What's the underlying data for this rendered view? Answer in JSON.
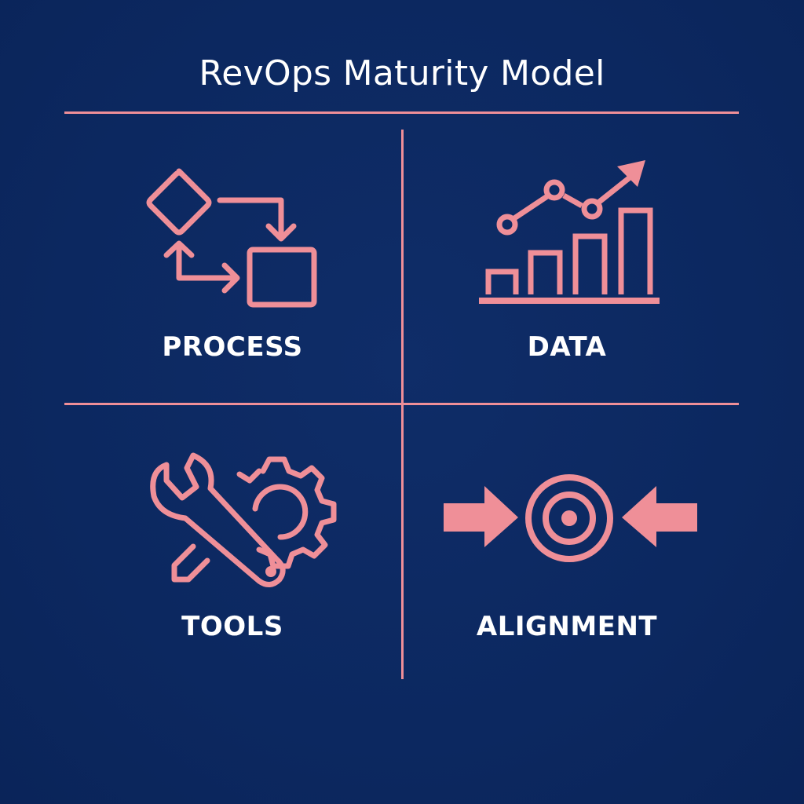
{
  "title": "RevOps Maturity Model",
  "colors": {
    "background": "#0d2a63",
    "accent": "#ef8f98",
    "text": "#ffffff"
  },
  "quadrants": [
    {
      "label": "PROCESS",
      "icon": "flowchart-icon"
    },
    {
      "label": "DATA",
      "icon": "growth-chart-icon"
    },
    {
      "label": "TOOLS",
      "icon": "wrench-gear-icon"
    },
    {
      "label": "ALIGNMENT",
      "icon": "target-arrows-icon"
    }
  ]
}
